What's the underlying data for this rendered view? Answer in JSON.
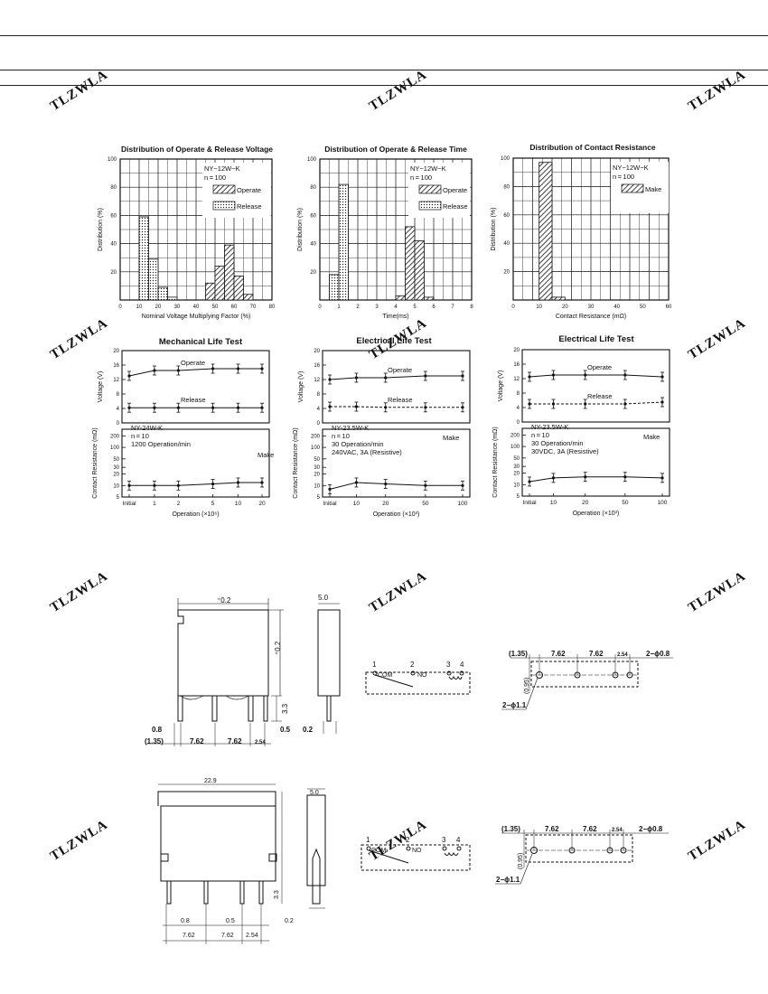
{
  "watermark": "TLZWLA",
  "chart_data": [
    {
      "type": "bar",
      "title": "Distribution of Operate & Release Voltage",
      "xlabel": "Nominal Voltage Multiplying Factor (%)",
      "ylabel": "Distribution (%)",
      "xlim": [
        0,
        80
      ],
      "ylim": [
        0,
        100
      ],
      "xticks": [
        "0",
        "10",
        "20",
        "30",
        "40",
        "50",
        "60",
        "70",
        "80"
      ],
      "yticks": [
        "20",
        "40",
        "60",
        "80",
        "100"
      ],
      "legend_text": [
        "NY−12W−K",
        "n = 100"
      ],
      "bin_width": 5,
      "series": [
        {
          "name": "Operate",
          "x": [
            47.5,
            52.5,
            57.5,
            62.5,
            67.5
          ],
          "values": [
            12,
            24,
            39,
            17,
            4
          ]
        },
        {
          "name": "Release",
          "x": [
            12.5,
            17.5,
            22.5,
            27.5
          ],
          "values": [
            59,
            29,
            9,
            2
          ]
        }
      ]
    },
    {
      "type": "bar",
      "title": "Distribution of Operate & Release Time",
      "xlabel": "Time(ms)",
      "ylabel": "Distribution (%)",
      "xlim": [
        0,
        8
      ],
      "ylim": [
        0,
        100
      ],
      "xticks": [
        "0",
        "1",
        "2",
        "3",
        "4",
        "5",
        "6",
        "7",
        "8"
      ],
      "yticks": [
        "20",
        "40",
        "60",
        "80",
        "100"
      ],
      "legend_text": [
        "NY−12W−K",
        "n = 100"
      ],
      "bin_width": 0.5,
      "series": [
        {
          "name": "Operate",
          "x": [
            4.25,
            4.75,
            5.25,
            5.75
          ],
          "values": [
            3,
            52,
            42,
            2
          ]
        },
        {
          "name": "Release",
          "x": [
            0.75,
            1.25
          ],
          "values": [
            18,
            82
          ]
        }
      ]
    },
    {
      "type": "bar",
      "title": "Distribution of Contact Resistance",
      "xlabel": "Contact Resistance (mΩ)",
      "ylabel": "Distribution (%)",
      "xlim": [
        0,
        60
      ],
      "ylim": [
        0,
        100
      ],
      "xticks": [
        "0",
        "10",
        "20",
        "30",
        "40",
        "50",
        "60"
      ],
      "yticks": [
        "20",
        "40",
        "60",
        "80",
        "100"
      ],
      "legend_text": [
        "NY−12W−K",
        "n = 100"
      ],
      "bin_width": 5,
      "series": [
        {
          "name": "Make",
          "x": [
            12.5,
            17.5
          ],
          "values": [
            97,
            2
          ]
        }
      ]
    },
    {
      "type": "line",
      "title": "Mechanical Life Test",
      "xlabel": "Operation (×10⁶)",
      "ylabel_top": "Voltage (V)",
      "ylabel_bottom": "Contact Resistance (mΩ)",
      "xticks": [
        "Initial",
        "1",
        "2",
        "5",
        "10",
        "20"
      ],
      "yticks_top": [
        "0",
        "4",
        "8",
        "12",
        "16",
        "20"
      ],
      "yticks_bottom": [
        "5",
        "10",
        "20",
        "30",
        "50",
        "100",
        "200"
      ],
      "notes": [
        "NY-24W-K",
        "n = 10",
        "1200 Operation/min"
      ],
      "series": [
        {
          "name": "Operate",
          "panel": "voltage",
          "values": [
            13,
            14.5,
            14.5,
            15,
            15,
            15
          ]
        },
        {
          "name": "Release",
          "panel": "voltage",
          "values": [
            4.2,
            4.2,
            4.2,
            4.2,
            4.2,
            4.2
          ]
        },
        {
          "name": "Make",
          "panel": "resistance",
          "values": [
            10,
            10,
            10,
            11,
            12,
            12
          ]
        }
      ]
    },
    {
      "type": "line",
      "title": "Electrical Life Test",
      "xlabel": "Operation (×10³)",
      "ylabel_top": "Voltage (V)",
      "ylabel_bottom": "Contact Resistance (mΩ)",
      "xticks": [
        "Initial",
        "10",
        "20",
        "50",
        "100"
      ],
      "yticks_top": [
        "0",
        "4",
        "8",
        "12",
        "16",
        "20"
      ],
      "yticks_bottom": [
        "5",
        "10",
        "20",
        "30",
        "50",
        "100",
        "200"
      ],
      "notes": [
        "NY-23.5W-K",
        "n = 10",
        "30 Operation/min",
        "240VAC, 3A (Resistive)"
      ],
      "series": [
        {
          "name": "Operate",
          "panel": "voltage",
          "values": [
            12,
            12.5,
            12.5,
            13,
            13
          ]
        },
        {
          "name": "Release",
          "panel": "voltage",
          "values": [
            4.5,
            4.5,
            4.3,
            4.3,
            4.3
          ]
        },
        {
          "name": "Make",
          "panel": "resistance",
          "values": [
            8,
            12,
            11,
            10,
            10
          ]
        }
      ]
    },
    {
      "type": "line",
      "title": "Electrical Life Test",
      "xlabel": "Operation (×10³)",
      "ylabel_top": "Voltage (V)",
      "ylabel_bottom": "Contact Resistance (mΩ)",
      "xticks": [
        "Initial",
        "10",
        "20",
        "50",
        "100"
      ],
      "yticks_top": [
        "0",
        "4",
        "8",
        "12",
        "16",
        "20"
      ],
      "yticks_bottom": [
        "5",
        "10",
        "20",
        "30",
        "50",
        "100",
        "200"
      ],
      "notes": [
        "NY-23.5W-K",
        "n = 10",
        "30 Operation/min",
        "30VDC, 3A (Resistive)"
      ],
      "series": [
        {
          "name": "Operate",
          "panel": "voltage",
          "values": [
            12.5,
            13,
            13,
            13,
            12.5
          ]
        },
        {
          "name": "Release",
          "panel": "voltage",
          "values": [
            5,
            5,
            5,
            5,
            5.5
          ]
        },
        {
          "name": "Make",
          "panel": "resistance",
          "values": [
            12,
            15,
            16,
            16,
            15
          ]
        }
      ]
    }
  ],
  "drawings": {
    "dims_top": {
      "w": "⁺0.2",
      "h": "⁺0.2",
      "depth": "5.0",
      "pin_h": "3.3",
      "pin_w": "0.8",
      "pin_w2": "0.5",
      "t": "0.2",
      "p1": "(1.35)",
      "p2": "7.62",
      "p3": "7.62",
      "p4": "2.54"
    },
    "dims_bottom": {
      "w": "22.9",
      "depth": "5.0",
      "pin_h": "3.3",
      "pin_w": "0.8",
      "pin_w2": "0.5",
      "t": "0.2",
      "p2": "7.62",
      "p3": "7.62",
      "p4": "2.54"
    },
    "schematic": {
      "n1": "1",
      "n2": "2",
      "n3": "3",
      "n4": "4",
      "com": "COM",
      "no": "NO"
    },
    "pcb": {
      "d1": "(1.35)",
      "d2": "7.62",
      "d3": "7.62",
      "d4": "2.54",
      "hole_small": "2−ϕ0.8",
      "hole_big": "2−ϕ1.1",
      "offset": "(0.95)"
    }
  }
}
